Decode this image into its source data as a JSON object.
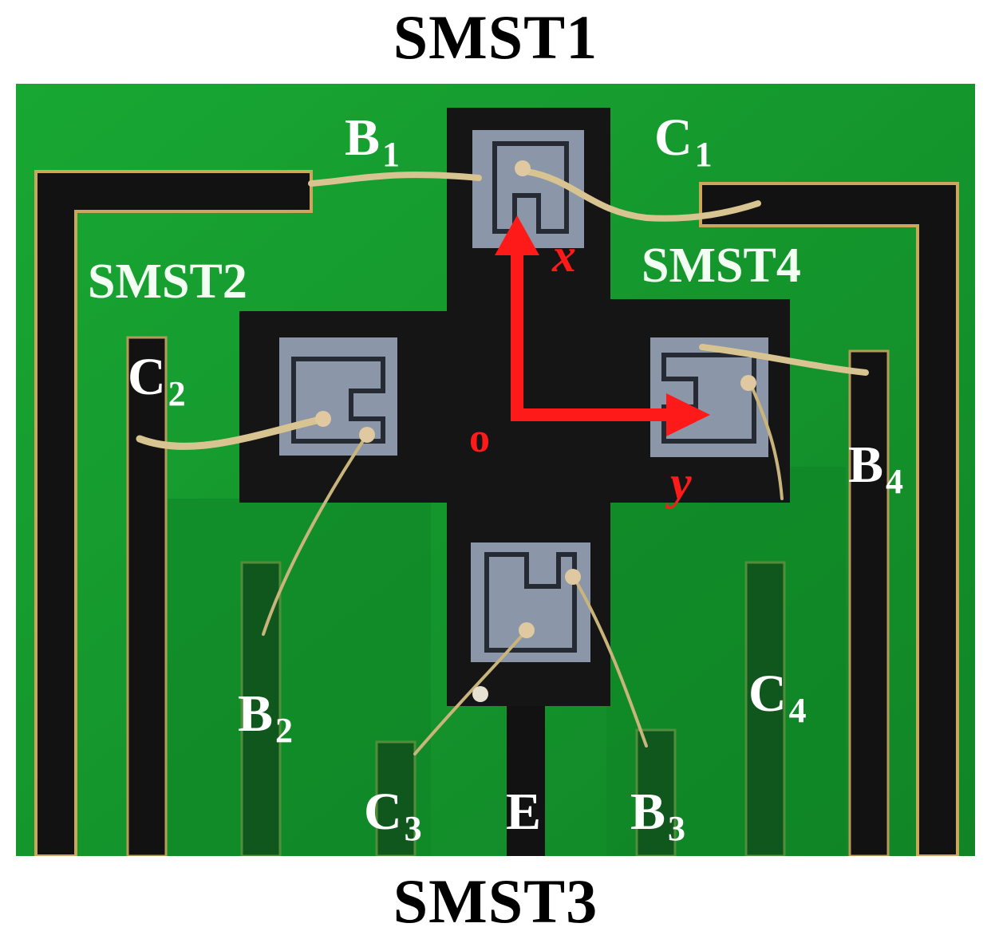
{
  "titles": {
    "top": "SMST1",
    "bottom": "SMST3"
  },
  "sensor_labels": {
    "smst2": "SMST2",
    "smst4": "SMST4"
  },
  "pins": {
    "b1": {
      "letter": "B",
      "sub": "1"
    },
    "c1": {
      "letter": "C",
      "sub": "1"
    },
    "c2": {
      "letter": "C",
      "sub": "2"
    },
    "b2": {
      "letter": "B",
      "sub": "2"
    },
    "c3": {
      "letter": "C",
      "sub": "3"
    },
    "e": {
      "letter": "E"
    },
    "b3": {
      "letter": "B",
      "sub": "3"
    },
    "c4": {
      "letter": "C",
      "sub": "4"
    },
    "b4": {
      "letter": "B",
      "sub": "4"
    }
  },
  "axes": {
    "x": "x",
    "y": "y",
    "origin": "o"
  },
  "colors": {
    "board_green": "#149a2c",
    "dark_green": "#0e7a22",
    "chip_black": "#151515",
    "die_gray": "#8b96a8",
    "axis_red": "#ff1a1a",
    "wire_gold": "#d8c490"
  }
}
